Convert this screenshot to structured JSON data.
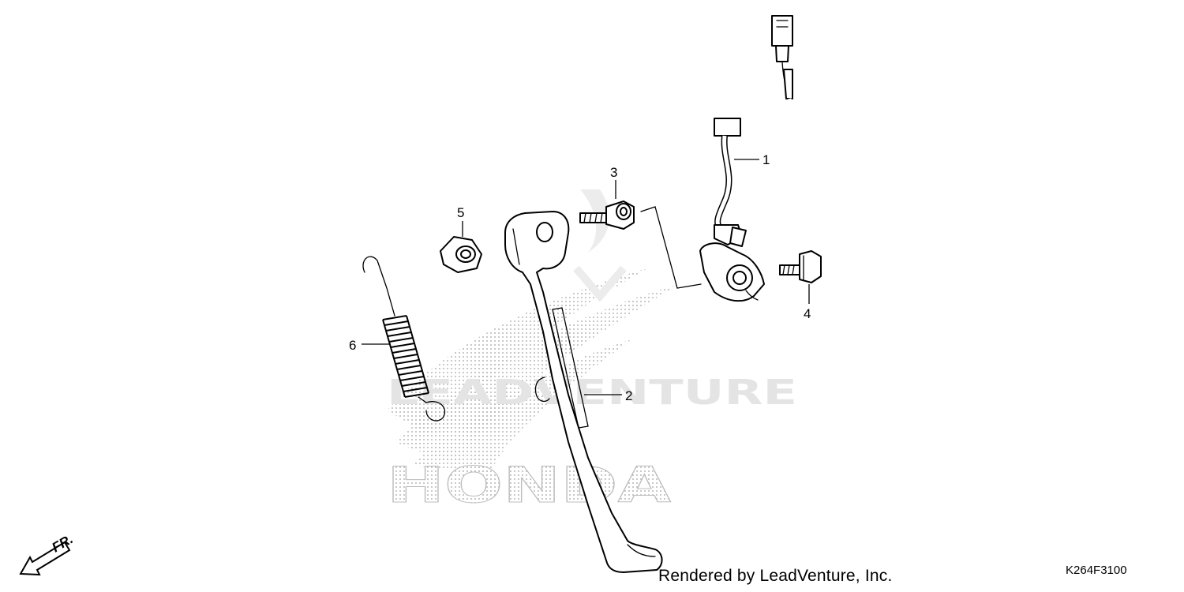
{
  "diagram": {
    "callouts": [
      {
        "id": "1",
        "label": "1"
      },
      {
        "id": "2",
        "label": "2"
      },
      {
        "id": "3",
        "label": "3"
      },
      {
        "id": "4",
        "label": "4"
      },
      {
        "id": "5",
        "label": "5"
      },
      {
        "id": "6",
        "label": "6"
      }
    ],
    "direction_label": "FR.",
    "watermark": {
      "brand_text": "HONDA",
      "vendor_text": "LEADVENTURE",
      "color": "#c8c8c8"
    }
  },
  "footer": {
    "credit": "Rendered by LeadVenture, Inc.",
    "diagram_code": "K264F3100"
  }
}
